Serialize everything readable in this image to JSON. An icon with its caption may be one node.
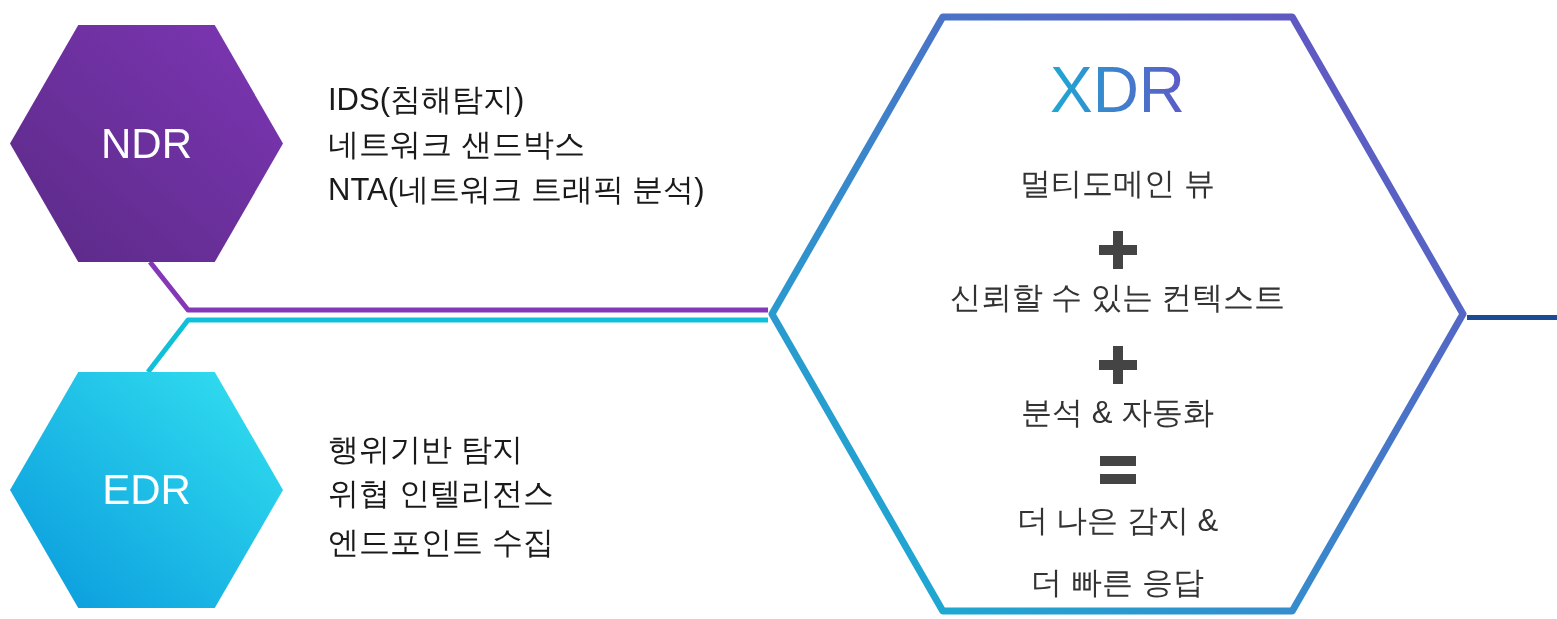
{
  "diagram": {
    "nodes": [
      {
        "text": [
          "NDR"
        ],
        "beside": [
          "IDS(침해탐지)",
          "네트워크 샌드박스",
          "NTA(네트워크 트래픽 분석)"
        ]
      },
      {
        "text": [
          "EDR"
        ],
        "beside": [
          "행위기반 탐지",
          "위협 인텔리전스",
          "엔드포인트 수집"
        ]
      },
      {
        "text": [
          "XDR",
          "멀티도메인 뷰",
          "신뢰할 수 있는 컨텍스트",
          "분석 & 자동화",
          "더 나은 감지 & 더 빠른 응답"
        ]
      }
    ],
    "edges": [
      {
        "from": 0,
        "to": 2,
        "arrow": "none",
        "color": "#8438b8"
      },
      {
        "from": 1,
        "to": 2,
        "arrow": "none",
        "color": "#10c0d8"
      },
      {
        "from": 2,
        "to": null,
        "arrow": "none",
        "color": "#1c4a94"
      }
    ]
  }
}
